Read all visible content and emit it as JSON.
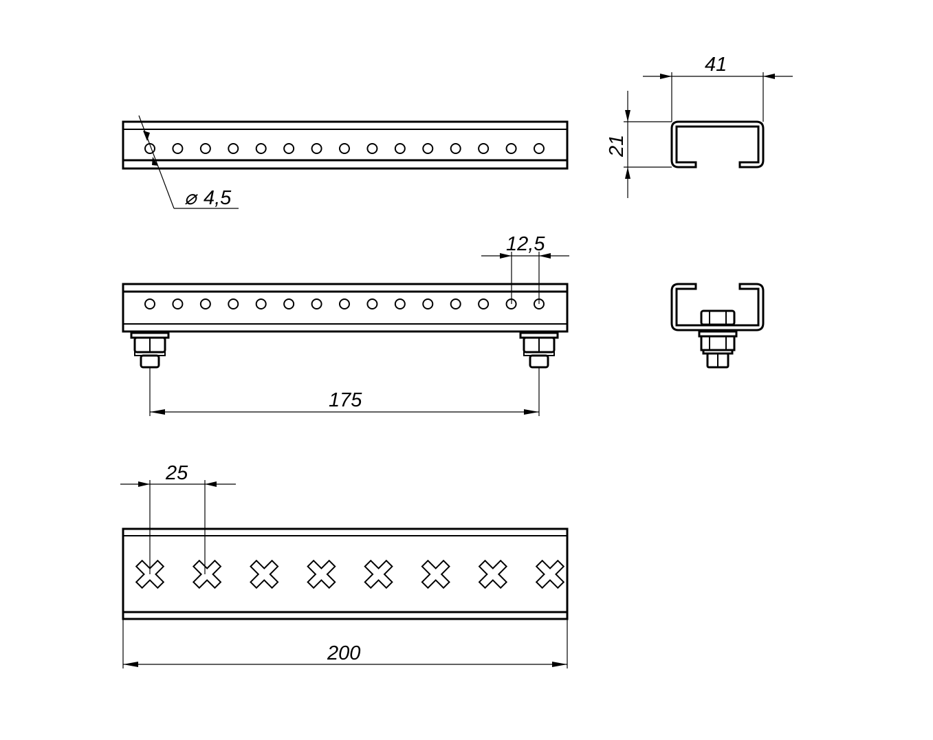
{
  "drawing": {
    "dimensions": {
      "width": "41",
      "height": "21",
      "hole_diameter_symbol": "⌀",
      "hole_diameter": "4,5",
      "hole_pitch": "12,5",
      "bolt_spacing": "175",
      "slot_pitch": "25",
      "length": "200"
    },
    "round_holes_per_view": 15,
    "cross_slots": 8
  }
}
